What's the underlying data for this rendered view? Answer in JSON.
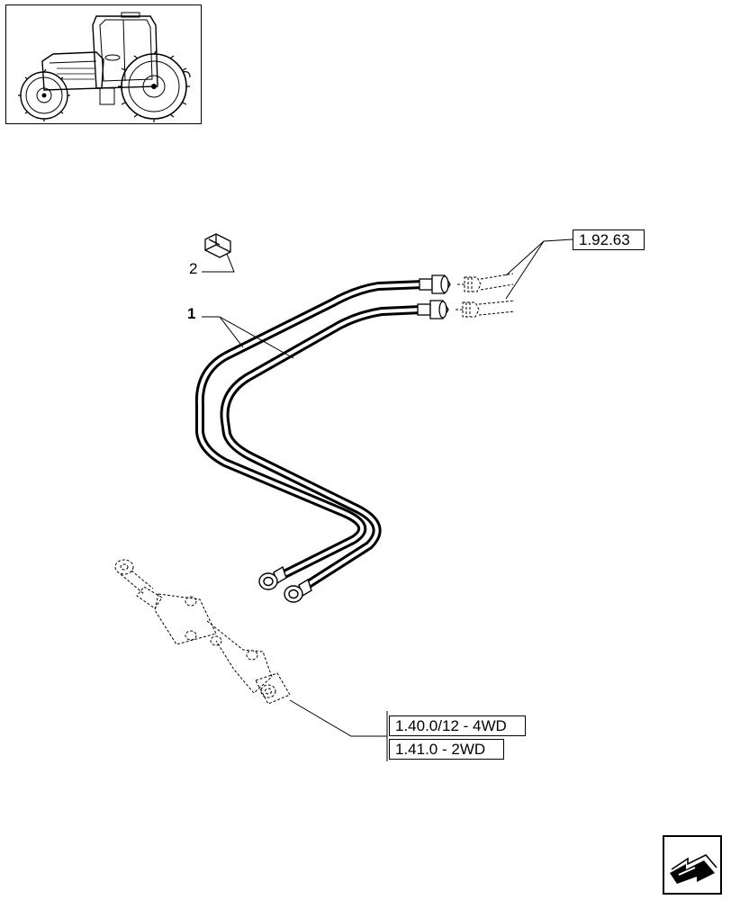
{
  "callouts": {
    "part_1": "1",
    "part_2": "2"
  },
  "references": {
    "hydraulic_lines": "1.92.63",
    "cylinder_4wd": "1.40.0/12 - 4WD",
    "cylinder_2wd": "1.41.0 - 2WD"
  },
  "icons": {
    "thumbnail": "tractor-thumbnail-icon",
    "navigation": "next-page-arrow-icon"
  }
}
